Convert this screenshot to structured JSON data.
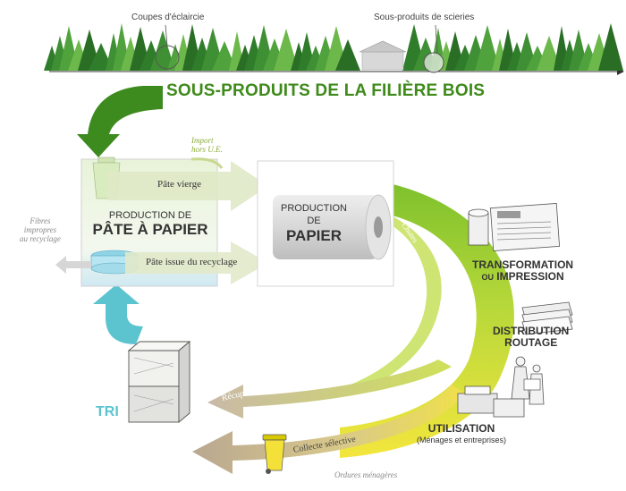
{
  "top_labels": {
    "coupes": "Coupes d'éclaircie",
    "sous_produits_scieries": "Sous-produits de scieries"
  },
  "main_title": "SOUS-PRODUITS DE LA FILIÈRE BOIS",
  "import": {
    "line1": "Import",
    "line2": "hors U.E."
  },
  "pate_vierge": "Pâte vierge",
  "pate_recyclage": "Pâte issue du recyclage",
  "production_pate": {
    "line1": "PRODUCTION DE",
    "line2": "PÂTE À PAPIER"
  },
  "production_papier": {
    "line1": "PRODUCTION",
    "line2": "DE",
    "line3": "PAPIER"
  },
  "fibres": {
    "line1": "Fibres",
    "line2": "impropres",
    "line3": "au recyclage"
  },
  "chutes": "Chutes",
  "transformation": {
    "line1": "TRANSFORMATION",
    "line2_prefix": "OU",
    "line2": "IMPRESSION"
  },
  "distribution": {
    "line1": "DISTRIBUTION",
    "line2": "ROUTAGE"
  },
  "utilisation": {
    "line1": "UTILISATION",
    "line2": "(Ménages et entreprises)"
  },
  "tri": "TRI",
  "recuperation": "Récupération auprès des entreprises",
  "collecte": "Collecte sélective",
  "ordures": "Ordures ménagères",
  "colors": {
    "dark_green": "#3d8b1f",
    "light_green": "#a6cf3a",
    "yellow": "#f2e23a",
    "tan": "#c4b49a",
    "teal": "#5bc4cf"
  }
}
